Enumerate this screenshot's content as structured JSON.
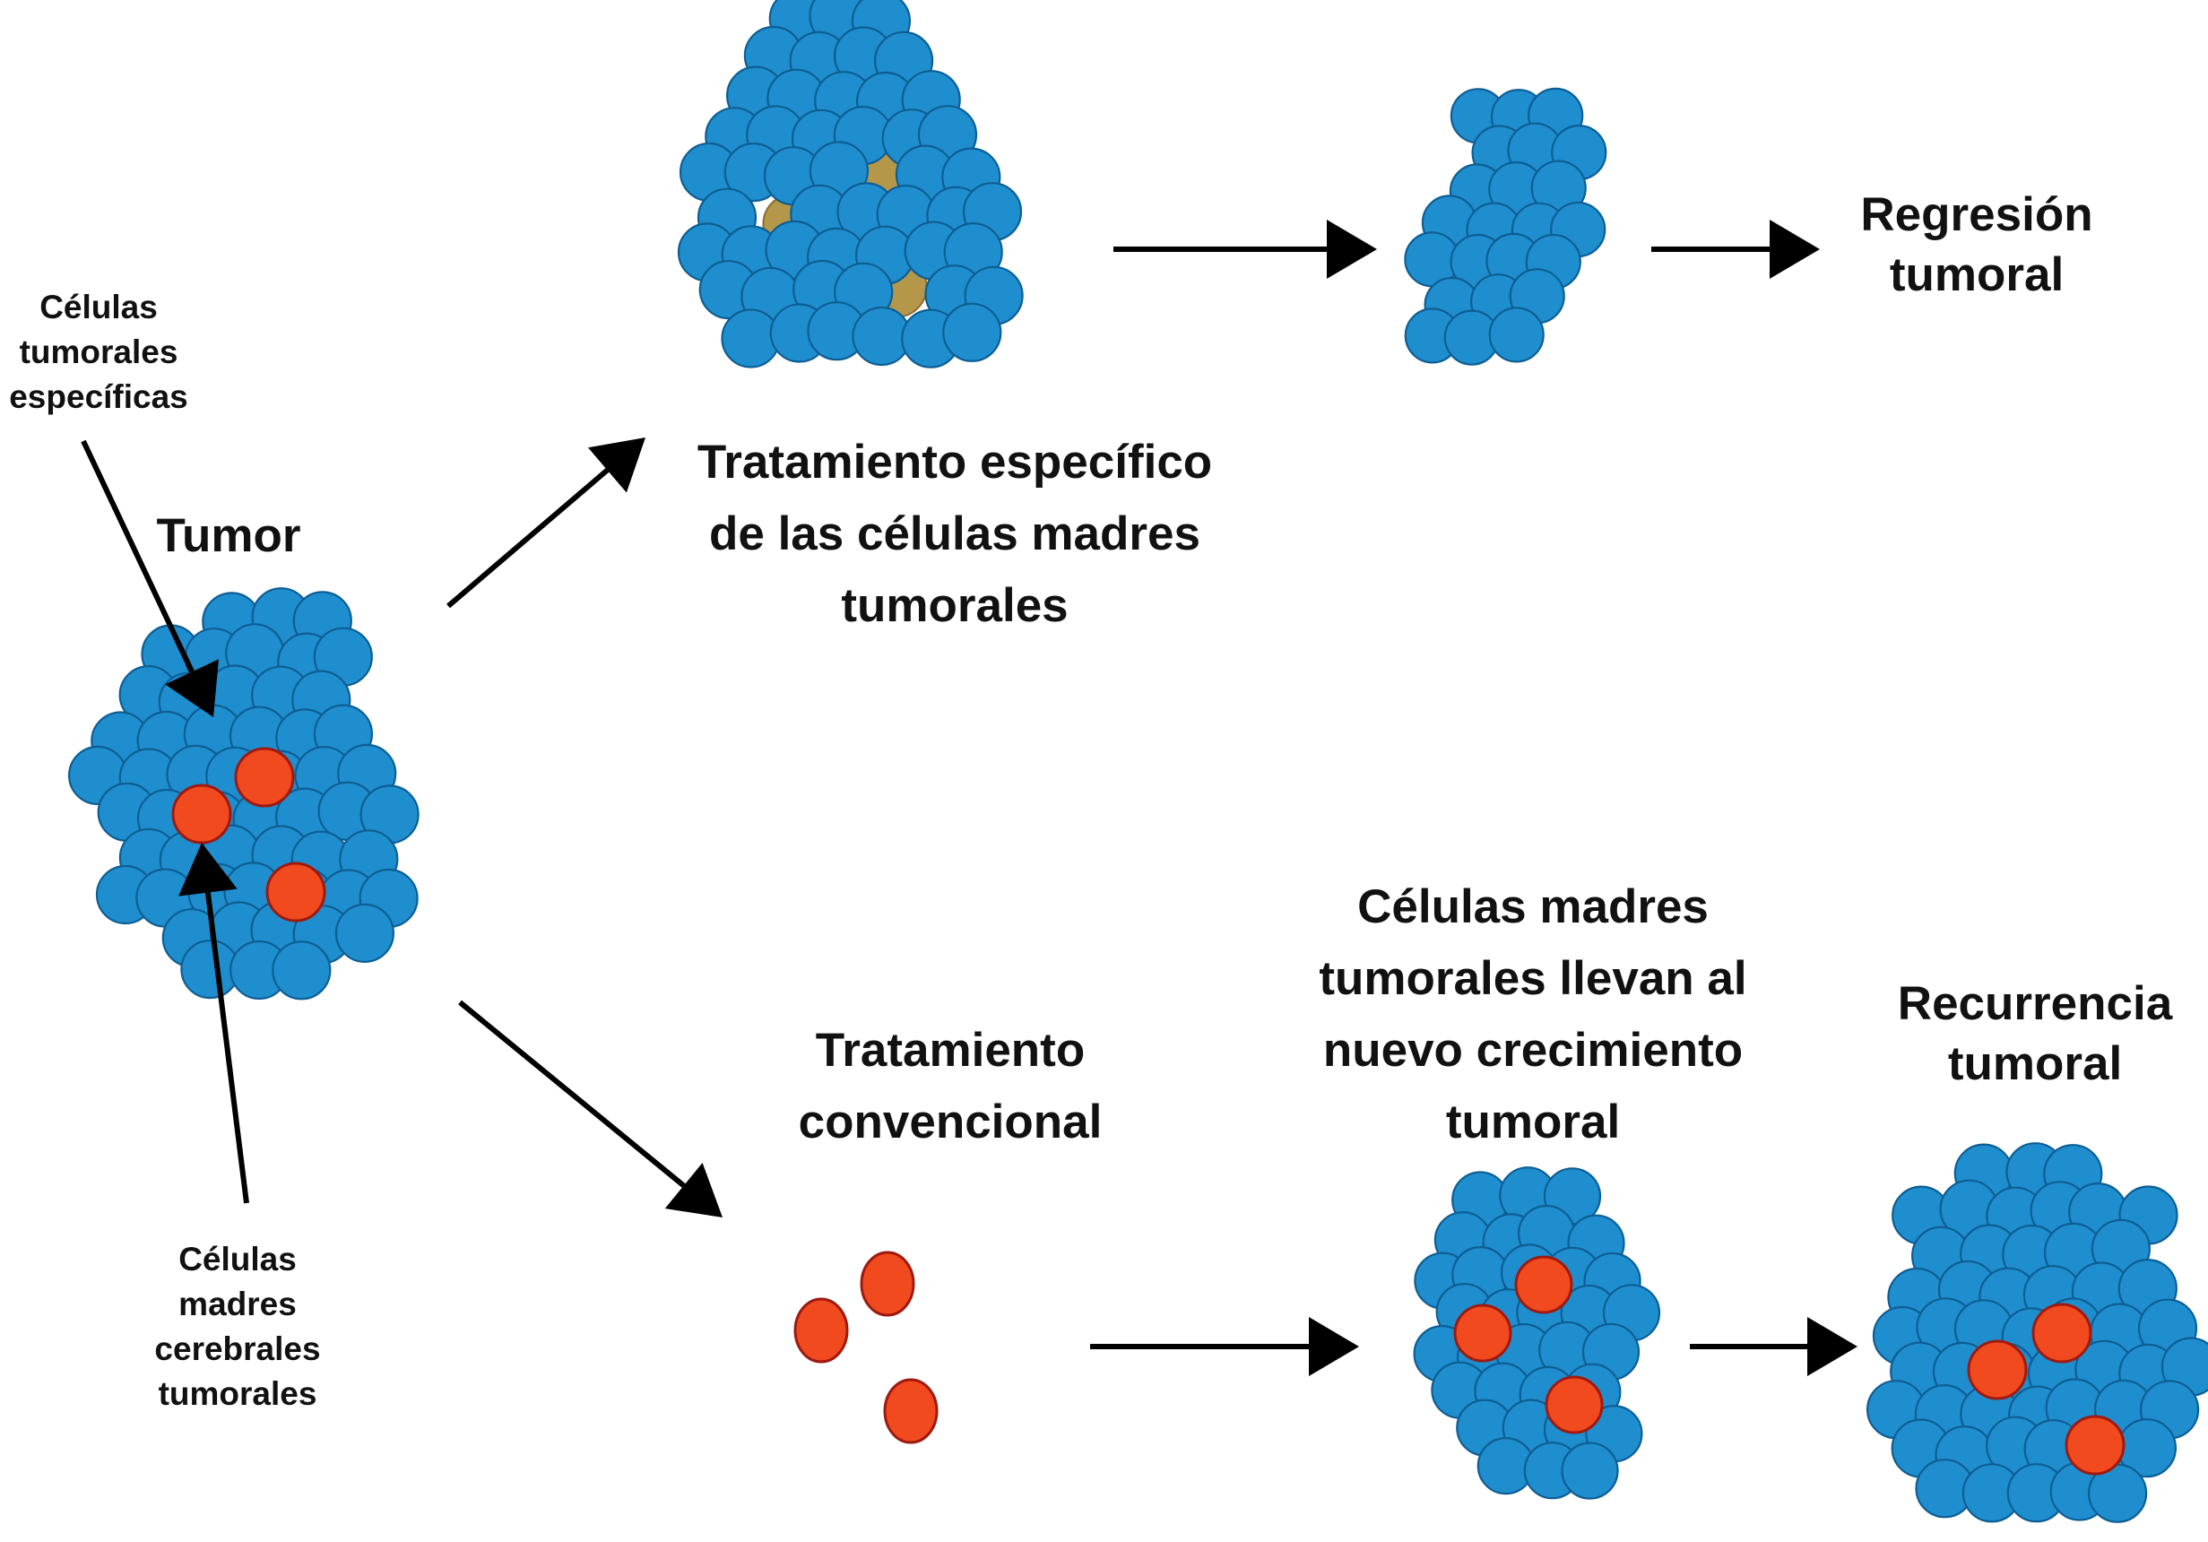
{
  "labels": {
    "tumor": "Tumor",
    "specific_cells": [
      "Células",
      "tumorales",
      "específicas"
    ],
    "stem_cells": [
      "Células",
      "madres",
      "cerebrales",
      "tumorales"
    ],
    "specific_treatment": [
      "Tratamiento específico",
      "de las células madres",
      "tumorales"
    ],
    "regression": [
      "Regresión",
      "tumoral"
    ],
    "conventional_treatment": [
      "Tratamiento",
      "convencional"
    ],
    "regrowth": [
      "Células madres",
      "tumorales llevan al",
      "nuevo crecimiento",
      "tumoral"
    ],
    "recurrence": [
      "Recurrencia",
      "tumoral"
    ]
  },
  "colors": {
    "tumor_cell": "#1f8ecf",
    "tumor_cell_outline": "#0d5e94",
    "stem_cell": "#f04a1e",
    "stem_cell_outline": "#9e1a10",
    "dead_cell": "#b5974a",
    "arrow": "#000000",
    "text": "#111111"
  }
}
